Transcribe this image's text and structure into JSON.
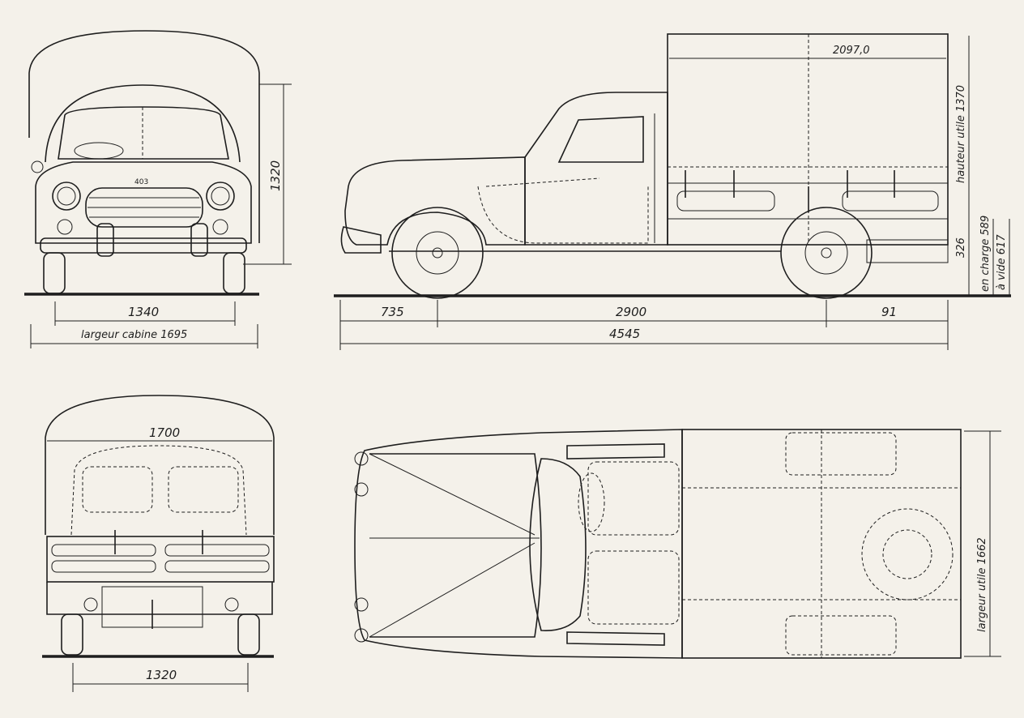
{
  "front_view": {
    "badge": "403",
    "height": "1320",
    "track": "1340",
    "cab_width": "largeur cabine  1695"
  },
  "side_view": {
    "body_length": "2097,0",
    "usable_height": "hauteur utile 1370",
    "floor_height": "326",
    "height_loaded": "en charge 589",
    "height_empty": "à vide 617",
    "front_overhang": "735",
    "wheelbase": "2900",
    "rear_overhang": "91",
    "overall_length": "4545"
  },
  "rear_view": {
    "width": "1700",
    "track": "1320"
  },
  "top_view": {
    "usable_width": "largeur utile  1662"
  }
}
